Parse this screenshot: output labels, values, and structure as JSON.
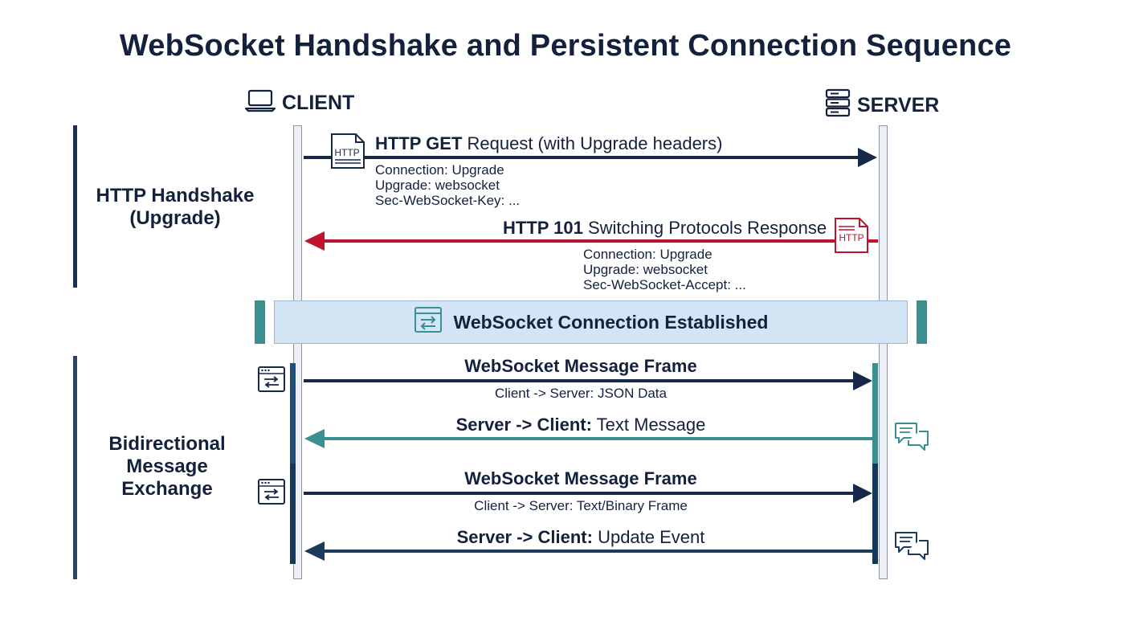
{
  "title": "WebSocket Handshake and Persistent Connection Sequence",
  "actors": {
    "client": {
      "label": "CLIENT",
      "icon": "laptop-icon"
    },
    "server": {
      "label": "SERVER",
      "icon": "server-rack-icon"
    }
  },
  "phases": {
    "handshake": {
      "line1": "HTTP Handshake",
      "line2": "(Upgrade)"
    },
    "exchange": {
      "line1": "Bidirectional",
      "line2": "Message",
      "line3": "Exchange"
    }
  },
  "messages": {
    "request": {
      "bold": "HTTP GET",
      "rest": " Request (with Upgrade headers)",
      "icon_text": "HTTP",
      "headers": [
        "Connection: Upgrade",
        "Upgrade: websocket",
        "Sec-WebSocket-Key: ..."
      ]
    },
    "response": {
      "bold": "HTTP 101",
      "rest": " Switching Protocols Response",
      "icon_text": "HTTP",
      "headers": [
        "Connection: Upgrade",
        "Upgrade: websocket",
        "Sec-WebSocket-Accept: ..."
      ]
    },
    "established": "WebSocket Connection Established",
    "frame1": {
      "title": "WebSocket Message Frame",
      "sub": "Client -> Server: JSON Data"
    },
    "reply1": {
      "bold": "Server -> Client:",
      "rest": " Text Message"
    },
    "frame2": {
      "title": "WebSocket Message Frame",
      "sub": "Client -> Server: Text/Binary Frame"
    },
    "reply2": {
      "bold": "Server -> Client:",
      "rest": " Update Event"
    }
  },
  "colors": {
    "navy": "#14213d",
    "dark_arrow": "#16294a",
    "crimson": "#c0142e",
    "teal": "#3c8f8f",
    "banner_fill": "#d3e4f5",
    "activation_blue": "#1f4e79"
  }
}
